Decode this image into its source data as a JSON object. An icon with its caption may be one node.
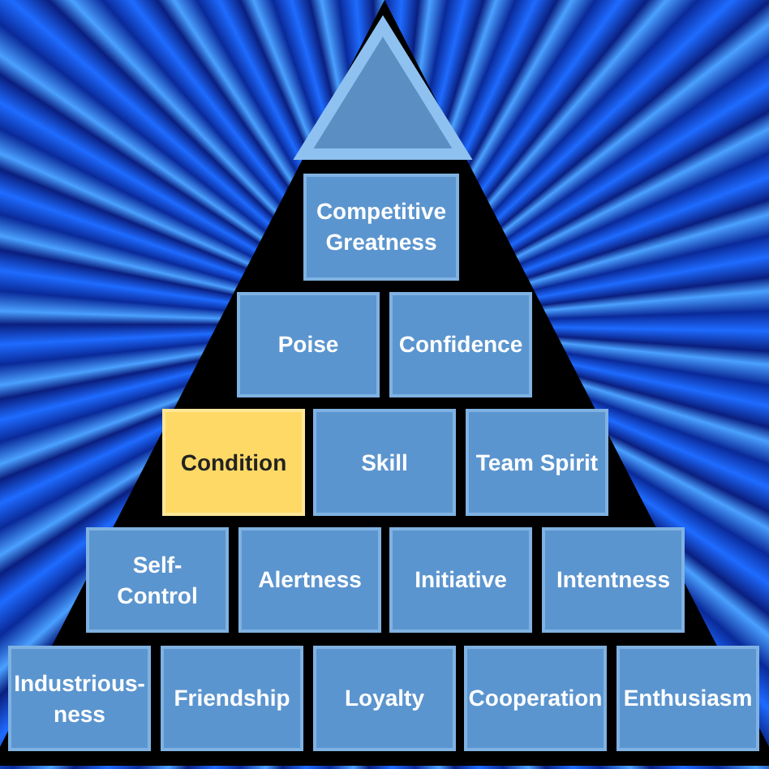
{
  "diagram": {
    "nodes": [
      {
        "text": [],
        "shape": "triangle"
      },
      {
        "text": [
          "Competitive Greatness"
        ]
      },
      {
        "text": [
          "Poise"
        ]
      },
      {
        "text": [
          "Confidence"
        ]
      },
      {
        "text": [
          "Condition"
        ]
      },
      {
        "text": [
          "Skill"
        ]
      },
      {
        "text": [
          "Team Spirit"
        ]
      },
      {
        "text": [
          "Self-Control"
        ]
      },
      {
        "text": [
          "Alertness"
        ]
      },
      {
        "text": [
          "Initiative"
        ]
      },
      {
        "text": [
          "Intentness"
        ]
      },
      {
        "text": [
          "Industrious-ness"
        ]
      },
      {
        "text": [
          "Friendship"
        ]
      },
      {
        "text": [
          "Loyalty"
        ]
      },
      {
        "text": [
          "Cooperation"
        ]
      },
      {
        "text": [
          "Enthusiasm"
        ]
      }
    ]
  }
}
